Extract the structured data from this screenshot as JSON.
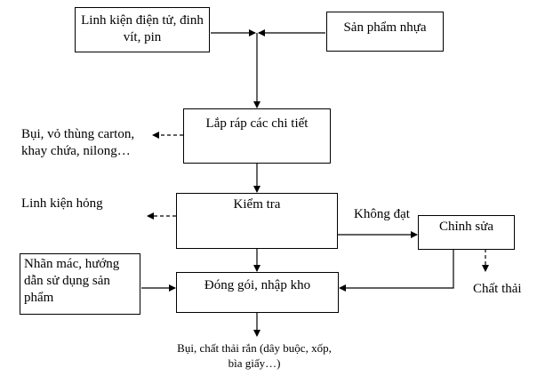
{
  "inputs": {
    "components": "Linh kiện điện tử, đinh vít, pin",
    "plastic": "Sản phẩm nhựa",
    "labels": "Nhãn mác, hướng dẫn sử dụng sản phẩm"
  },
  "steps": {
    "assembly": "Lắp ráp các chi tiết",
    "inspection": "Kiểm tra",
    "repair": "Chỉnh sửa",
    "packing": "Đóng gói, nhập kho"
  },
  "outputs": {
    "assembly_waste": "Bụi, vỏ thùng carton, khay chứa, nilong…",
    "defects": "Linh kiện hỏng",
    "repair_waste": "Chất thải",
    "packing_waste": "Bụi, chất thải rắn (dây buộc, xốp, bìa giấy…)"
  },
  "edge_labels": {
    "fail": "Không đạt"
  }
}
